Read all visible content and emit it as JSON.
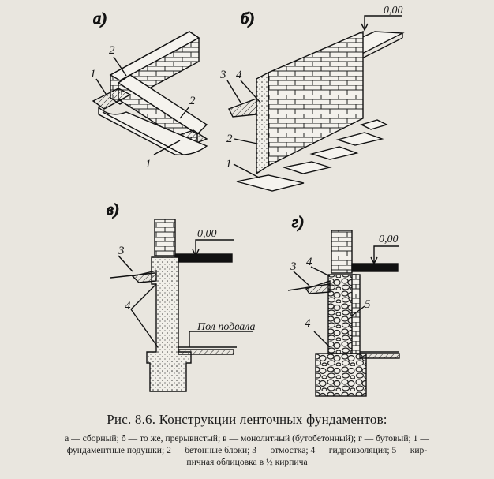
{
  "figure": {
    "panel_labels": {
      "a": "а)",
      "b": "б)",
      "v": "в)",
      "g": "г)"
    },
    "level_mark": "0,00",
    "basement_floor": "Пол подвала",
    "callouts": {
      "a": [
        "1",
        "2",
        "2",
        "1"
      ],
      "b": [
        "3",
        "4",
        "2",
        "1"
      ],
      "v": [
        "3",
        "4"
      ],
      "g": [
        "3",
        "4",
        "5",
        "4"
      ]
    }
  },
  "caption": {
    "title": "Рис. 8.6. Конструкции ленточных фундаментов:",
    "legend_line1": "а — сборный; б — то же, прерывистый; в — монолитный (бутобетонный); г — бутовый; 1 —",
    "legend_line2": "фундаментные подушки; 2 — бетонные блоки; 3 — отмостка; 4 — гидроизоляция; 5 — кир-",
    "legend_line3": "пичная облицовка в ½ кирпича"
  }
}
